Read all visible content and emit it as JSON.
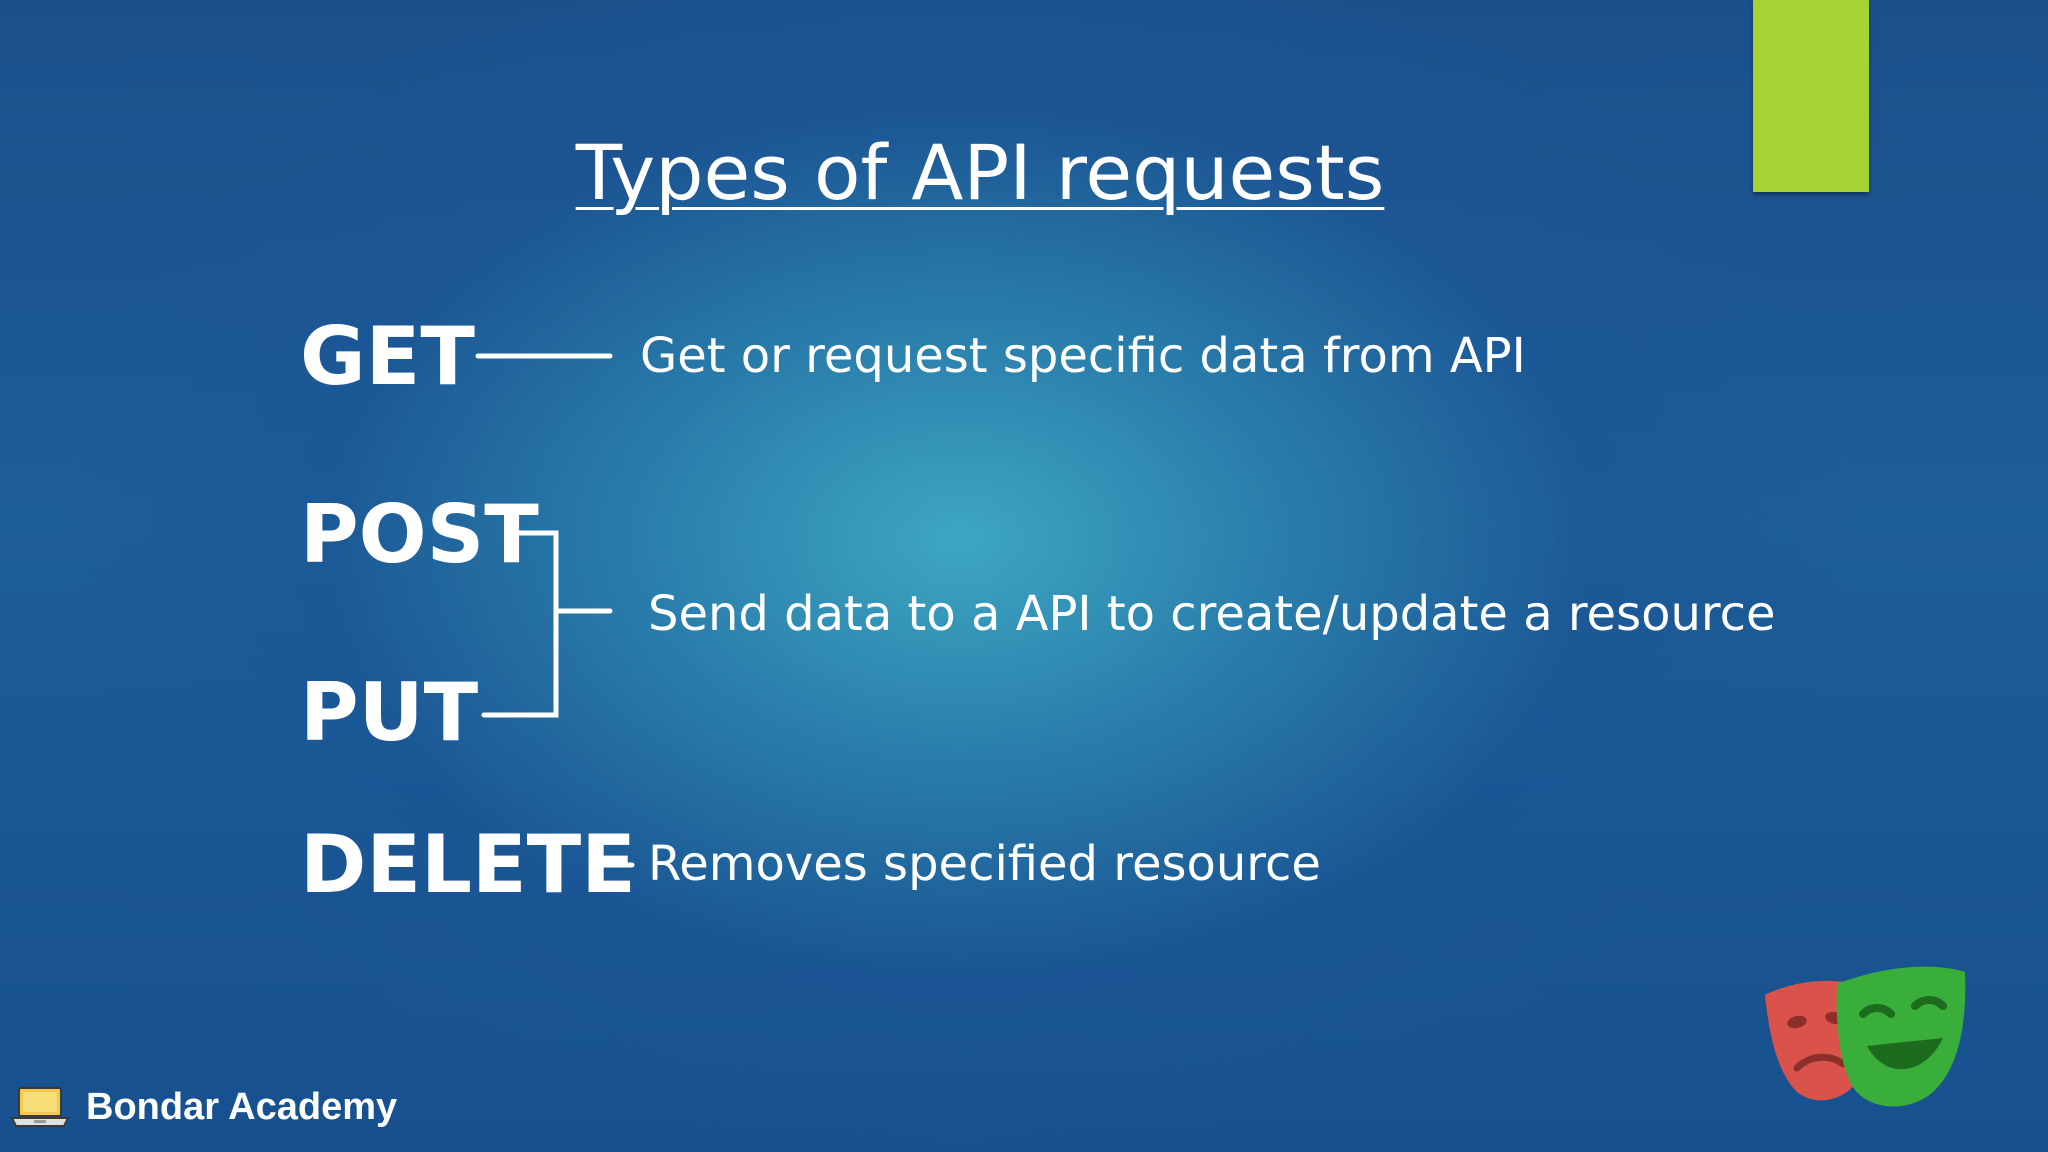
{
  "slide": {
    "title": "Types of API requests",
    "methods": [
      {
        "name": "GET",
        "description": "Get or request specific data from API"
      },
      {
        "name": "POST",
        "description": "Send data to a API to create/update a resource"
      },
      {
        "name": "PUT",
        "description": "Send data to a API to create/update a resource"
      },
      {
        "name": "DELETE",
        "description": "Removes specified resource"
      }
    ]
  },
  "branding": {
    "name": "Bondar Academy",
    "icon": "laptop-icon",
    "logo": "theater-masks-icon"
  },
  "colors": {
    "accent_bar": "#a6d233",
    "text": "#ffffff",
    "background_dark": "#1b4f8c",
    "background_light": "#3aa3c0",
    "mask_red": "#d9534a",
    "mask_green": "#3aae3a"
  }
}
